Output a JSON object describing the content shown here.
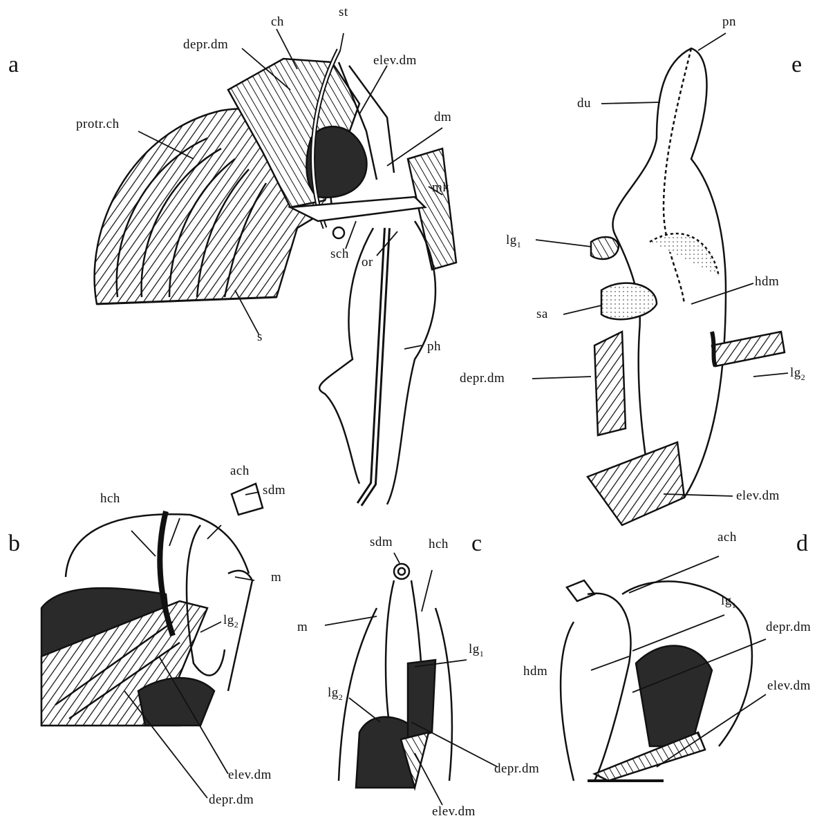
{
  "panels": {
    "a": {
      "letter": "a",
      "labels": {
        "st": "st",
        "ch": "ch",
        "depr_dm": "depr.dm",
        "elev_dm": "elev.dm",
        "protr_ch": "protr.ch",
        "dm": "dm",
        "mk": "mk",
        "sch": "sch",
        "or": "or",
        "s": "s",
        "ph": "ph"
      }
    },
    "b": {
      "letter": "b",
      "labels": {
        "ach": "ach",
        "hch": "hch",
        "sdm": "sdm",
        "m": "m",
        "lg2": "lg",
        "lg2_sub": "2",
        "elev_dm": "elev.dm",
        "depr_dm": "depr.dm"
      }
    },
    "c": {
      "letter": "c",
      "labels": {
        "sdm": "sdm",
        "hch": "hch",
        "m": "m",
        "lg1": "lg",
        "lg1_sub": "1",
        "lg2": "lg",
        "lg2_sub": "2",
        "depr_dm": "depr.dm",
        "elev_dm": "elev.dm"
      }
    },
    "d": {
      "letter": "d",
      "labels": {
        "ach": "ach",
        "lg1": "lg",
        "lg1_sub": "1",
        "depr_dm": "depr.dm",
        "elev_dm": "elev.dm",
        "hdm": "hdm"
      }
    },
    "e": {
      "letter": "e",
      "labels": {
        "pn": "pn",
        "du": "du",
        "lg1": "lg",
        "lg1_sub": "1",
        "hdm": "hdm",
        "sa": "sa",
        "lg2": "lg",
        "lg2_sub": "2",
        "depr_dm": "depr.dm",
        "elev_dm": "elev.dm"
      }
    }
  },
  "colors": {
    "ink": "#111111",
    "background": "#ffffff",
    "shade": "#2a2a2a"
  }
}
